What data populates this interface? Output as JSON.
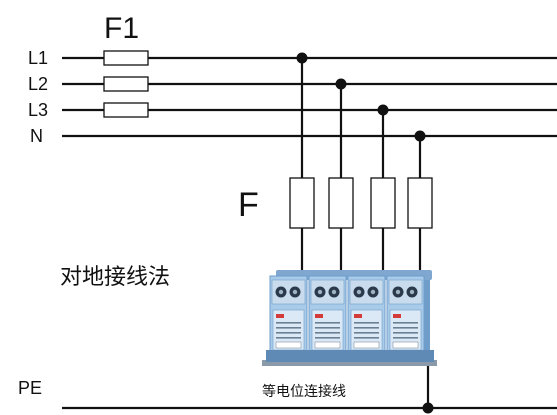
{
  "labels": {
    "fuse_group": "F1",
    "branch_fuses": "F",
    "method": "对地接线法",
    "bonding": "等电位连接线"
  },
  "lines": [
    {
      "name": "L1"
    },
    {
      "name": "L2"
    },
    {
      "name": "L3"
    },
    {
      "name": "N"
    },
    {
      "name": "PE"
    }
  ],
  "spd": {
    "module_count": 4,
    "module_class": "CLASS I",
    "colors": {
      "body": "#a9cbea",
      "body_dark": "#6f9dc9",
      "label_face": "#dbe9f6",
      "terminal": "#2b3a4a",
      "accent": "#d33b3b"
    }
  }
}
